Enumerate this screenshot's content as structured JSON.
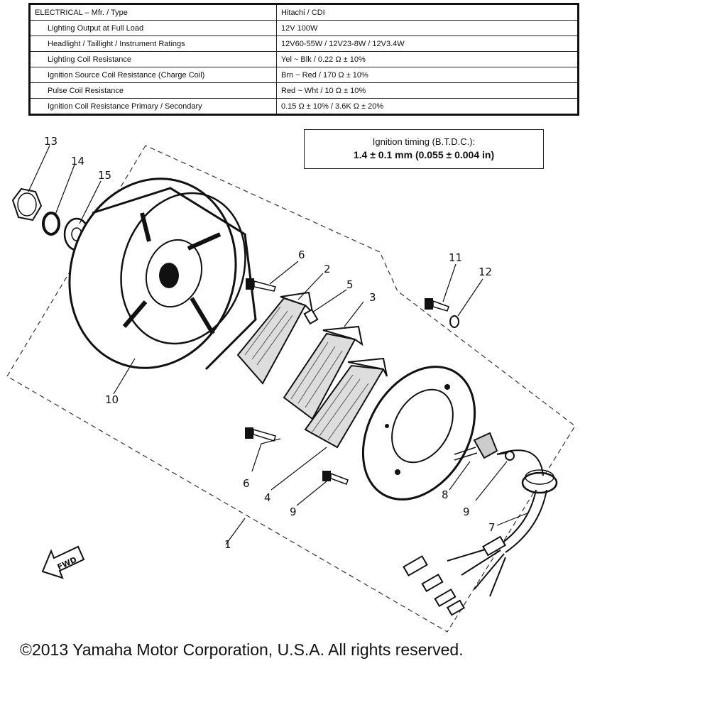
{
  "spec_table": {
    "header": {
      "label": "ELECTRICAL – Mfr. / Type",
      "value": "Hitachi / CDI"
    },
    "rows": [
      {
        "label": "Lighting Output at Full Load",
        "value": "12V 100W"
      },
      {
        "label": "Headlight / Taillight / Instrument Ratings",
        "value": "12V60-55W / 12V23-8W / 12V3.4W"
      },
      {
        "label": "Lighting Coil Resistance",
        "value": "Yel ~ Blk / 0.22 Ω ± 10%"
      },
      {
        "label": "Ignition Source Coil Resistance (Charge Coil)",
        "value": "Brn ~ Red / 170 Ω ± 10%"
      },
      {
        "label": "Pulse Coil Resistance",
        "value": "Red ~ Wht / 10 Ω ± 10%"
      },
      {
        "label": "Ignition Coil Resistance Primary / Secondary",
        "value": "0.15 Ω ± 10% / 3.6K Ω ± 20%"
      }
    ]
  },
  "timing": {
    "label": "Ignition timing (B.T.D.C.):",
    "value": "1.4 ± 0.1 mm (0.055 ± 0.004 in)"
  },
  "callouts": {
    "c1": "1",
    "c2": "2",
    "c3": "3",
    "c4": "4",
    "c5": "5",
    "c6a": "6",
    "c6b": "6",
    "c7": "7",
    "c8": "8",
    "c9a": "9",
    "c9b": "9",
    "c10": "10",
    "c11": "11",
    "c12": "12",
    "c13": "13",
    "c14": "14",
    "c15": "15"
  },
  "fwd_label": "FWD",
  "copyright": "©2013 Yamaha Motor Corporation, U.S.A. All rights reserved."
}
